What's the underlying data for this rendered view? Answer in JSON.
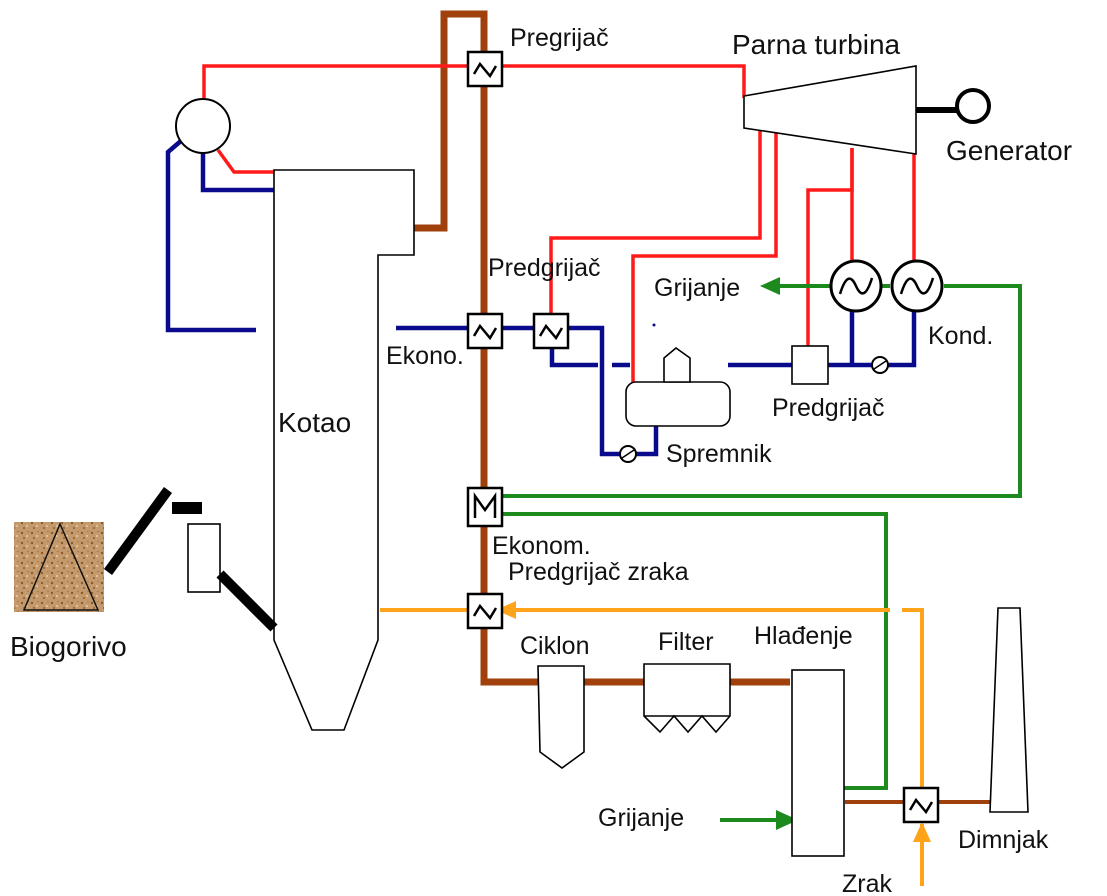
{
  "labels": {
    "pregrijac": "Pregrijač",
    "parna_turbina": "Parna turbina",
    "generator": "Generator",
    "predgrijac_top": "Predgrijač",
    "grijanje_top": "Grijanje",
    "ekono": "Ekono.",
    "kond": "Kond.",
    "predgrijac_right": "Predgrijač",
    "spremnik": "Spremnik",
    "kotao": "Kotao",
    "ekonom": "Ekonom.",
    "predgrijac_zraka": "Predgrijač zraka",
    "biogorivo": "Biogorivo",
    "ciklon": "Ciklon",
    "filter": "Filter",
    "hladenje": "Hlađenje",
    "grijanje_bottom": "Grijanje",
    "dimnjak": "Dimnjak",
    "zrak": "Zrak"
  },
  "colors": {
    "steam": "#ff1a1a",
    "water": "#0a0a8c",
    "flue_gas": "#a0410d",
    "heating": "#1c8a1c",
    "air": "#ffa31a",
    "fuel": "#c49a6c"
  }
}
